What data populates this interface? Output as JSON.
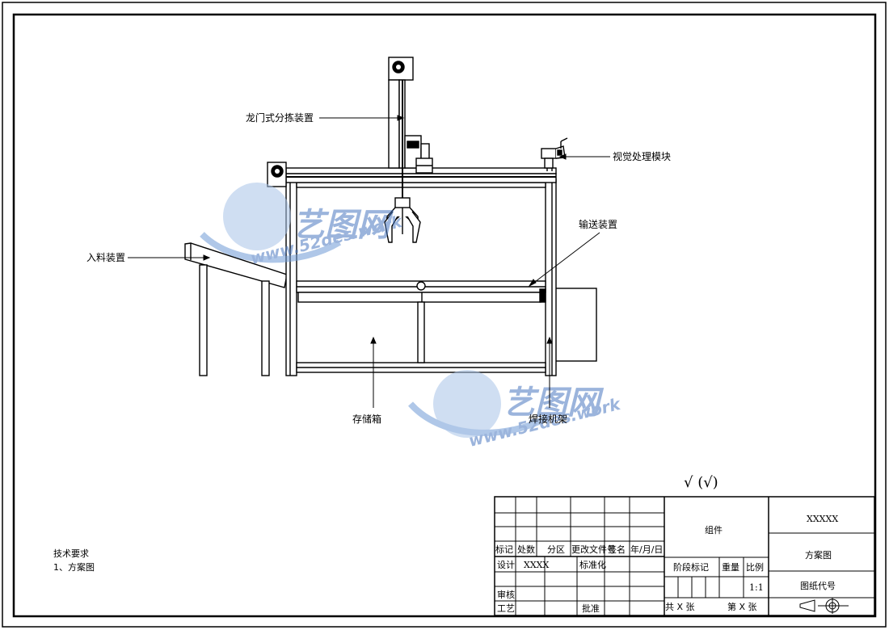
{
  "labels": {
    "gantry": "龙门式分拣装置",
    "vision": "视觉处理模块",
    "conveyor": "输送装置",
    "feeder": "入料装置",
    "storage": "存储箱",
    "frame": "焊接机架"
  },
  "watermark": {
    "brand": "艺图网",
    "url": "www.52des.work"
  },
  "roughness": "√ (√)",
  "tech": {
    "title": "技术要求",
    "item1": "1、方案图"
  },
  "title_block": {
    "rev_headers": [
      "标记",
      "处数",
      "分区",
      "更改文件号",
      "签名",
      "年/月/日"
    ],
    "design": "设计",
    "designer": "XXXX",
    "standardize": "标准化",
    "review": "审核",
    "process": "工艺",
    "approve": "批准",
    "component": "组件",
    "stage_mark": "阶段标记",
    "weight": "重量",
    "scale_label": "比例",
    "scale": "1:1",
    "total_sheets": "共 X 张",
    "sheet_no": "第 X 张",
    "company": "XXXXX",
    "drawing_name": "方案图",
    "drawing_code": "图纸代号"
  }
}
